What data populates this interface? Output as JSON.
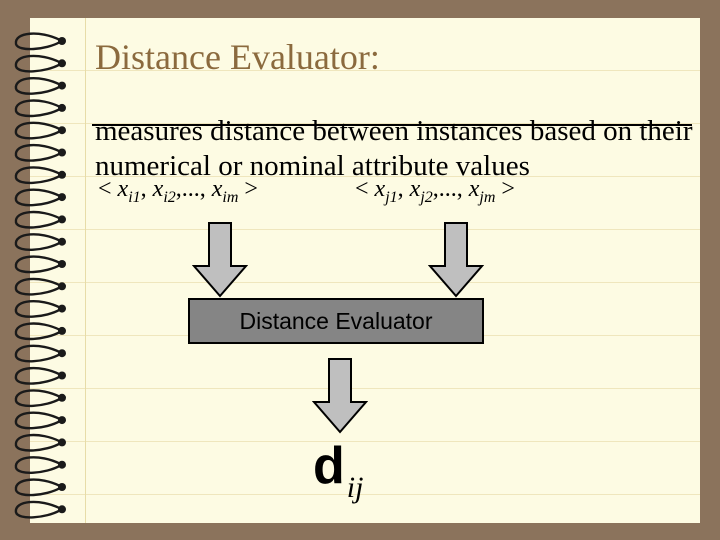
{
  "slide": {
    "title": "Distance Evaluator:",
    "body": "measures distance between instances based on their numerical or nominal attribute values",
    "tuple_left": {
      "open": "<",
      "items": [
        {
          "var": "x",
          "sub": "i1"
        },
        {
          "var": "x",
          "sub": "i2"
        },
        {
          "var": "x",
          "sub": "im"
        }
      ],
      "ellipsis": "...",
      "close": ">"
    },
    "tuple_right": {
      "open": "<",
      "items": [
        {
          "var": "x",
          "sub": "j1"
        },
        {
          "var": "x",
          "sub": "j2"
        },
        {
          "var": "x",
          "sub": "jm"
        }
      ],
      "ellipsis": "...",
      "close": ">"
    },
    "box_label": "Distance Evaluator",
    "result_main": "d",
    "result_sub": "ij"
  },
  "colors": {
    "page_background": "#8b735c",
    "paper": "#fdfbe3",
    "title": "#8b6a3e",
    "box_fill": "#858585",
    "arrow_fill": "#bfbfbf"
  },
  "icons": {
    "binding": "spiral-ring-icon",
    "arrow": "down-arrow-icon"
  }
}
